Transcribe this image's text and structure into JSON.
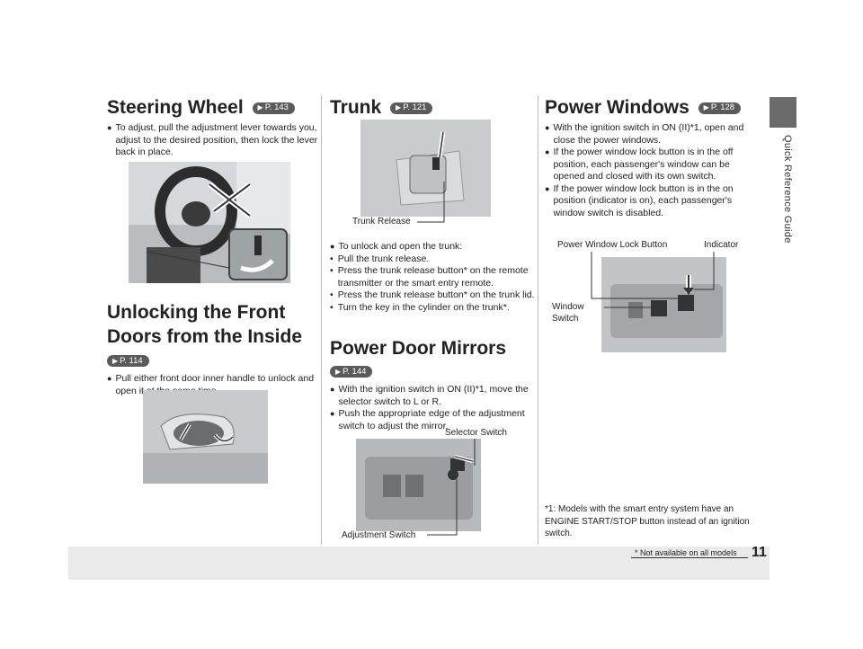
{
  "side_label": "Quick Reference Guide",
  "page_number": "11",
  "footnote": "* Not available on all models",
  "ref_arrow": "▶",
  "steering": {
    "title": "Steering Wheel",
    "ref": "P. 143",
    "bullet_1": "To adjust, pull the adjustment lever towards you, adjust to the desired position, then lock the lever back in place."
  },
  "unlocking": {
    "title_line1": "Unlocking the Front",
    "title_line2": "Doors from the Inside",
    "ref": "P. 114",
    "bullet_1": "Pull either front door inner handle to unlock and open it at the same time."
  },
  "trunk": {
    "title": "Trunk",
    "ref": "P. 121",
    "callout": "Trunk Release",
    "intro": "To unlock and open the trunk:",
    "items": [
      "Pull the trunk release.",
      "Press the trunk release button* on the remote transmitter or the smart entry remote.",
      "Press the trunk release button* on the trunk lid.",
      "Turn the key in the cylinder on the trunk*."
    ]
  },
  "mirrors": {
    "title": "Power Door Mirrors",
    "ref": "P. 144",
    "bullet_1": "With the ignition switch in ON (II)*1, move the selector switch to L or R.",
    "bullet_2": "Push the appropriate edge of the adjustment switch to adjust the mirror.",
    "callout_selector": "Selector Switch",
    "callout_adjust": "Adjustment Switch"
  },
  "windows": {
    "title": "Power Windows",
    "ref": "P. 128",
    "bullet_1": "With the ignition switch in ON (II)*1, open and close the power windows.",
    "bullet_2": "If the power window lock button is in the off position, each passenger's window can be opened and closed with its own switch.",
    "bullet_3": "If the power window lock button is in the on position (indicator is on), each passenger's window switch is disabled.",
    "callout_lock": "Power Window Lock Button",
    "callout_indicator": "Indicator",
    "callout_window_1": "Window",
    "callout_window_2": "Switch",
    "note": "*1: Models with the smart entry system have an ENGINE START/STOP button instead of an ignition switch."
  }
}
